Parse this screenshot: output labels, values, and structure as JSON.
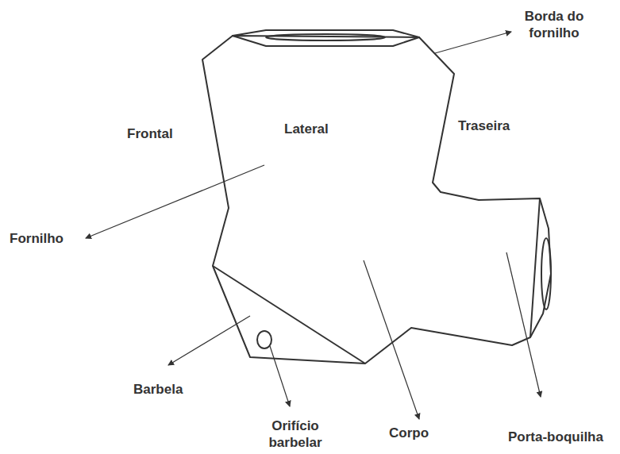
{
  "diagram": {
    "labels": [
      "Borda do fornilho",
      "Frontal",
      "Lateral",
      "Traseira",
      "Fornilho",
      "Barbela",
      "Orifício barbelar",
      "Corpo",
      "Porta-boquilha"
    ]
  }
}
